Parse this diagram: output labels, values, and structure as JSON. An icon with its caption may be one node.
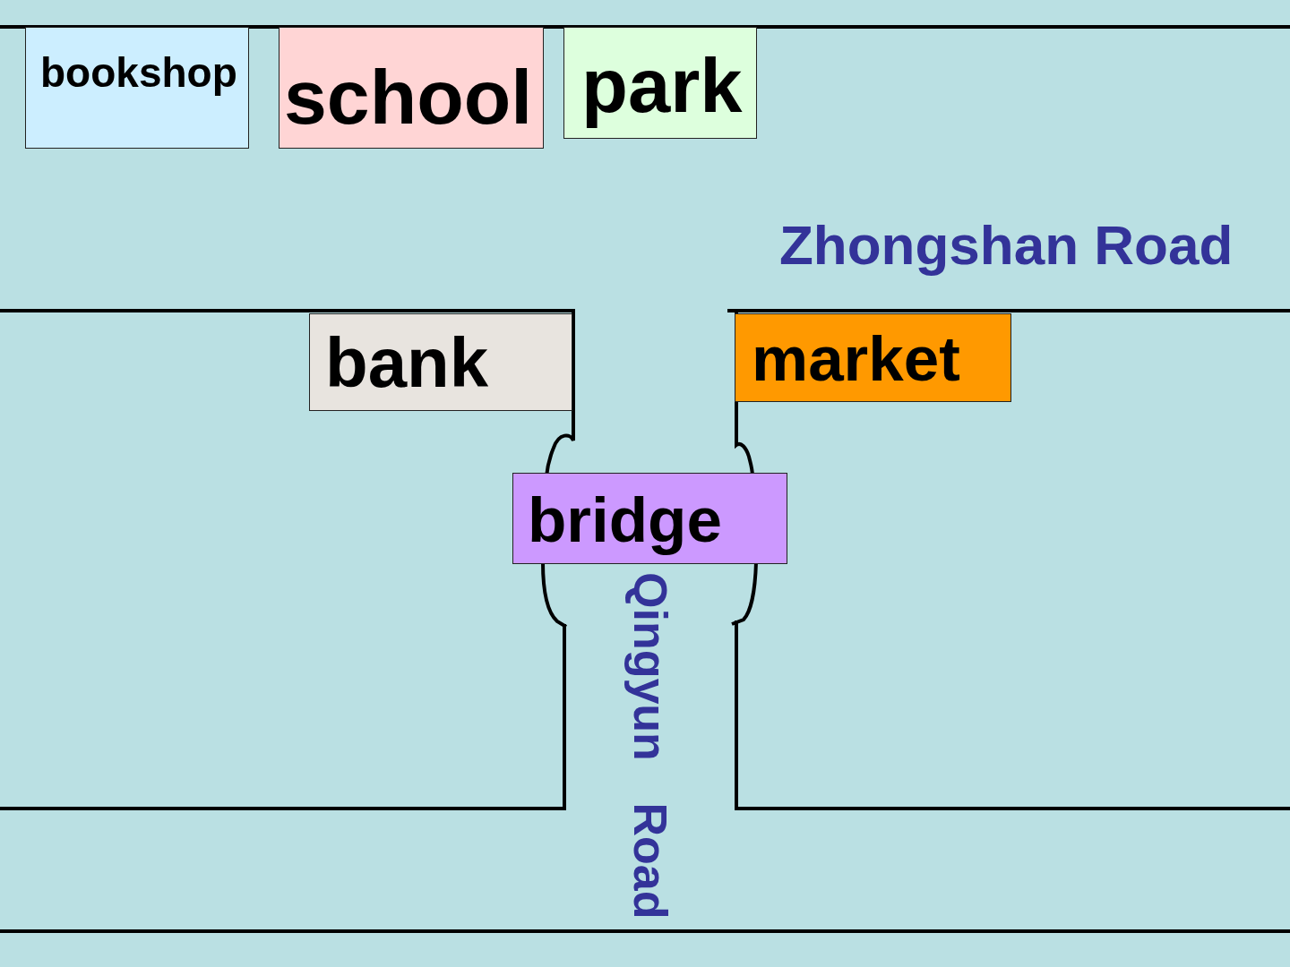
{
  "diagram": {
    "nodes": [
      {
        "text": [
          "bookshop"
        ]
      },
      {
        "text": [
          "school"
        ]
      },
      {
        "text": [
          "park"
        ]
      },
      {
        "text": [
          "bank"
        ]
      },
      {
        "text": [
          "market"
        ]
      },
      {
        "text": [
          "bridge"
        ]
      }
    ],
    "labels": [
      "Zhongshan Road",
      "Qingyun Road"
    ]
  }
}
